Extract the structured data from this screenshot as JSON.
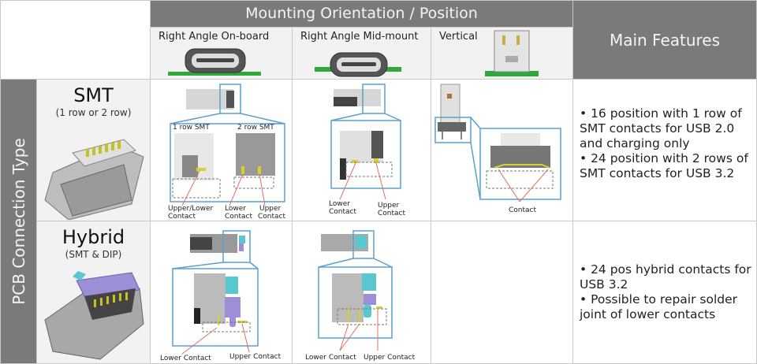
{
  "header": {
    "group_title": "Mounting Orientation / Position",
    "orientations": [
      {
        "label": "Right Angle  On-board"
      },
      {
        "label": "Right Angle Mid-mount"
      },
      {
        "label": "Vertical"
      }
    ],
    "features_title": "Main Features"
  },
  "side_label": "PCB Connection Type",
  "rows": [
    {
      "type": "SMT",
      "subtitle": "(1 row or 2 row)",
      "on_board": {
        "sub_labels": [
          "1 row SMT",
          "2 row SMT"
        ],
        "contacts": [
          "Upper/Lower",
          "Contact",
          "Lower",
          "Contact",
          "Upper",
          "Contact"
        ]
      },
      "mid_mount": {
        "contacts": [
          "Lower",
          "Contact",
          "Upper",
          "Contact"
        ]
      },
      "vertical": {
        "contacts": [
          "Contact"
        ]
      },
      "features": [
        "• 16 position with 1 row of SMT contacts for USB 2.0 and charging only",
        "• 24 position with 2 rows of SMT contacts for USB 3.2"
      ]
    },
    {
      "type": "Hybrid",
      "subtitle": "(SMT & DIP)",
      "on_board": {
        "contacts": [
          "Lower Contact",
          "Upper Contact"
        ]
      },
      "mid_mount": {
        "contacts": [
          "Lower Contact",
          "Upper Contact"
        ]
      },
      "vertical": null,
      "features": [
        "• 24 pos hybrid contacts for USB 3.2",
        "• Possible to repair solder joint of lower contacts"
      ]
    }
  ],
  "colors": {
    "header_gray": "#7a7a7a",
    "cell_light": "#f2f2f2",
    "zoom_frame_blue": "#5a9fcf",
    "leader_red": "#e07060",
    "pcb_green": "#2faa3a",
    "contact_yellow": "#d8d030",
    "hybrid_purple": "#9c8fd8",
    "hybrid_cyan": "#58c8d0"
  }
}
